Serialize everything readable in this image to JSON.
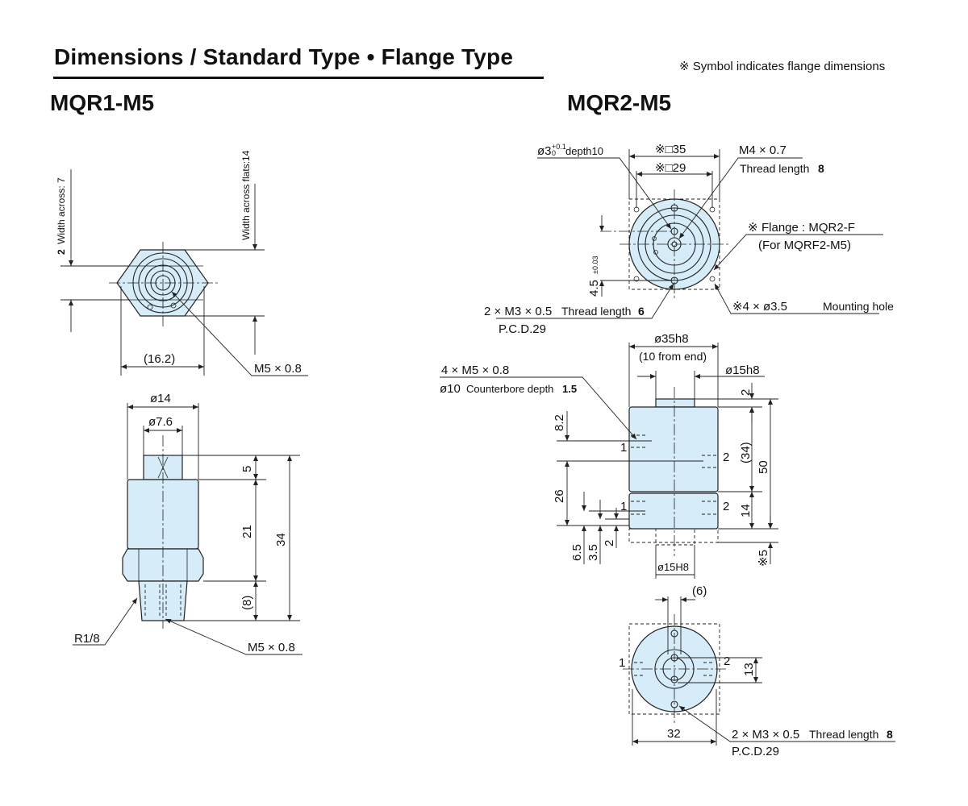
{
  "title": "Dimensions / Standard Type • Flange Type",
  "note": "※ Symbol indicates flange dimensions",
  "models": {
    "left": "MQR1-M5",
    "right": "MQR2-M5"
  },
  "mqr1": {
    "width_across_flats": "Width across flats:14",
    "width_across_bold": "2",
    "width_across": "Width across: 7",
    "w162": "(16.2)",
    "m5_top": "M5 × 0.8",
    "d14": "ø14",
    "d76": "ø7.6",
    "h5": "5",
    "h21": "21",
    "h34": "34",
    "h8": "(8)",
    "r18": "R1/8",
    "m5_bottom": "M5 × 0.8"
  },
  "mqr2": {
    "hole_d3": "ø3",
    "hole_tol_up": "+0.1",
    "hole_tol_down": "0",
    "hole_depth": "depth10",
    "sq35": "※□35",
    "sq29": "※□29",
    "m4": "M4 × 0.7",
    "thread8_text": "Thread length",
    "thread8_val": "8",
    "flange_mark": "※",
    "flange_label": "Flange : MQR2-F",
    "for_label": "(For MQRF2-M5)",
    "h45": "4.5",
    "h45_tol": "±0.03",
    "mount": "※4 × ø3.5",
    "mount_text": "Mounting hole",
    "m3_top": "2 × M3 × 0.5",
    "m3_top_text": "Thread length",
    "m3_top_val": "6",
    "pcd_top": "P.C.D.29",
    "d35": "ø35h8",
    "from_end": "(10 from end)",
    "d15": "ø15h8",
    "m5_4": "4 × M5 × 0.8",
    "cb_d": "ø10",
    "cb_text": "Counterbore depth",
    "cb_val": "1.5",
    "v2_top": "2",
    "v34": "(34)",
    "v50": "50",
    "v14": "14",
    "v5": "※5",
    "v82": "8.2",
    "v26": "26",
    "v65": "6.5",
    "v35": "3.5",
    "v2_bottom": "2",
    "d15H8": "ø15H8",
    "port1": "1",
    "port2": "2",
    "p6": "(6)",
    "v13": "13",
    "w32": "32",
    "m3_bottom": "2 × M3 × 0.5",
    "m3_bottom_text": "Thread length",
    "m3_bottom_val": "8",
    "pcd_bottom": "P.C.D.29"
  },
  "colors": {
    "body_fill": "#d6ecf8",
    "line": "#222222"
  }
}
